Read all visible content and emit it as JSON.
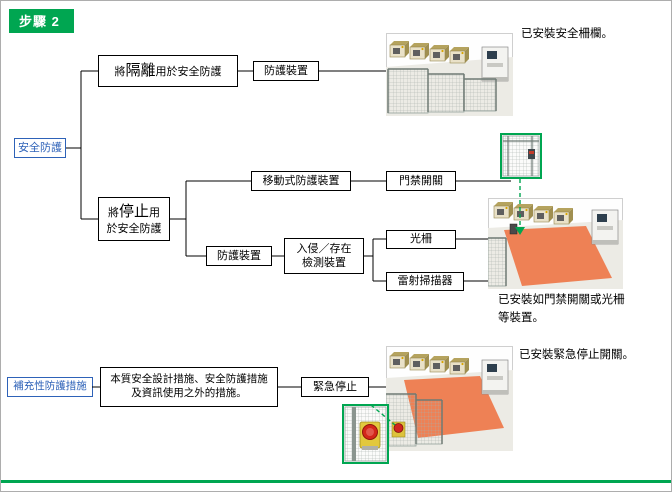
{
  "page": {
    "step_label": "步驟 2"
  },
  "colors": {
    "accent_green": "#00A651",
    "accent_blue": "#2E62B8",
    "highlight_orange": "#EE8155",
    "line_black": "#000000"
  },
  "flowchart": {
    "safety_protection": {
      "label": "安全防護"
    },
    "isolation": {
      "prefix": "將",
      "emphasis": "隔離",
      "suffix": "用於安全防護"
    },
    "guard_device_top": {
      "label": "防護裝置"
    },
    "stop": {
      "prefix": "將",
      "emphasis": "停止",
      "suffix": "用",
      "line2": "於安全防護"
    },
    "movable_guard": {
      "label": "移動式防護裝置"
    },
    "door_switch": {
      "label": "門禁開關"
    },
    "guard_device_bottom": {
      "label": "防護裝置"
    },
    "intrusion_detection": {
      "line1": "入侵／存在",
      "line2": "檢測裝置"
    },
    "light_curtain": {
      "label": "光柵"
    },
    "laser_scanner": {
      "label": "雷射掃描器"
    },
    "supplementary_measures": {
      "label": "補充性防護措施"
    },
    "other_measures": {
      "line1": "本質安全設計措施、安全防護措施",
      "line2": "及資訊使用之外的措施。"
    },
    "emergency_stop": {
      "label": "緊急停止"
    }
  },
  "captions": {
    "fence_installed": "已安裝安全柵欄。",
    "devices_installed_line1": "已安裝如門禁開關或光柵",
    "devices_installed_line2": "等裝置。",
    "estop_installed": "已安裝緊急停止開關。"
  },
  "illustrations": {
    "fenced_line": "production-line-with-safety-fence",
    "door_switch_detail": "door-interlock-switch-detail",
    "detection_zone": "production-line-with-detection-zone",
    "estop_zone": "production-line-with-emergency-stop",
    "estop_detail": "emergency-stop-button-detail"
  }
}
